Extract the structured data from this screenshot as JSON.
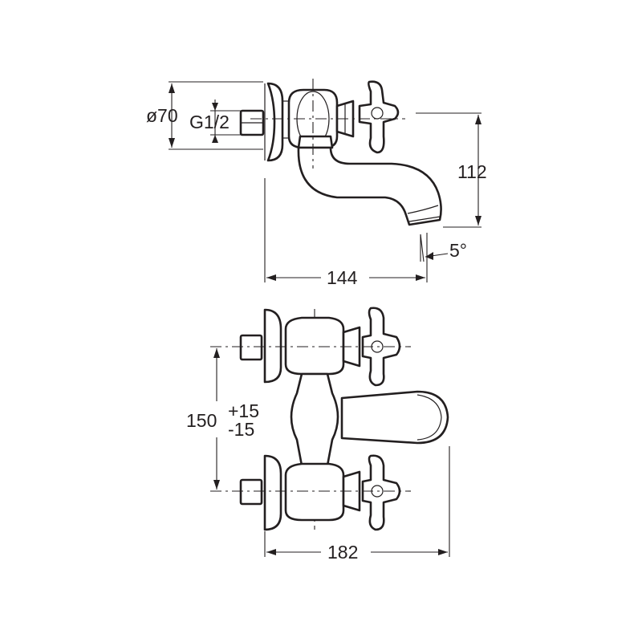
{
  "side_view": {
    "flange_diameter": "ø70",
    "thread": "G1/2",
    "height": "112",
    "length": "144",
    "spout_angle": "5°"
  },
  "front_view": {
    "inlet_spacing": "150",
    "tolerance_plus": "+15",
    "tolerance_minus": "-15",
    "width": "182"
  }
}
